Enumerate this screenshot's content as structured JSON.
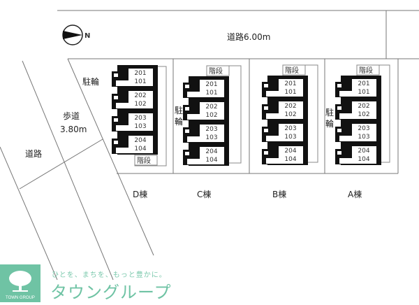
{
  "road_top": {
    "label": "道路6.00m"
  },
  "road_left": {
    "label": "道路"
  },
  "sidewalk": {
    "label": "歩道",
    "width": "3.80m"
  },
  "compass": {
    "label": "N"
  },
  "bike_parking": "駐輪",
  "stairs": "階段",
  "buildings": [
    {
      "name": "D棟",
      "units": [
        [
          "201",
          "101"
        ],
        [
          "202",
          "102"
        ],
        [
          "203",
          "103"
        ],
        [
          "204",
          "104"
        ]
      ]
    },
    {
      "name": "C棟",
      "units": [
        [
          "201",
          "101"
        ],
        [
          "202",
          "102"
        ],
        [
          "203",
          "103"
        ],
        [
          "204",
          "104"
        ]
      ]
    },
    {
      "name": "B棟",
      "units": [
        [
          "201",
          "101"
        ],
        [
          "202",
          "102"
        ],
        [
          "203",
          "103"
        ],
        [
          "204",
          "104"
        ]
      ]
    },
    {
      "name": "A棟",
      "units": [
        [
          "201",
          "101"
        ],
        [
          "202",
          "102"
        ],
        [
          "203",
          "103"
        ],
        [
          "204",
          "104"
        ]
      ]
    }
  ],
  "logo": {
    "text": "TOWN GROUP",
    "slogan": "ひとを、まちを、もっと豊かに。",
    "brand": "タウングループ"
  },
  "colors": {
    "brand": "#6fc3a4"
  }
}
